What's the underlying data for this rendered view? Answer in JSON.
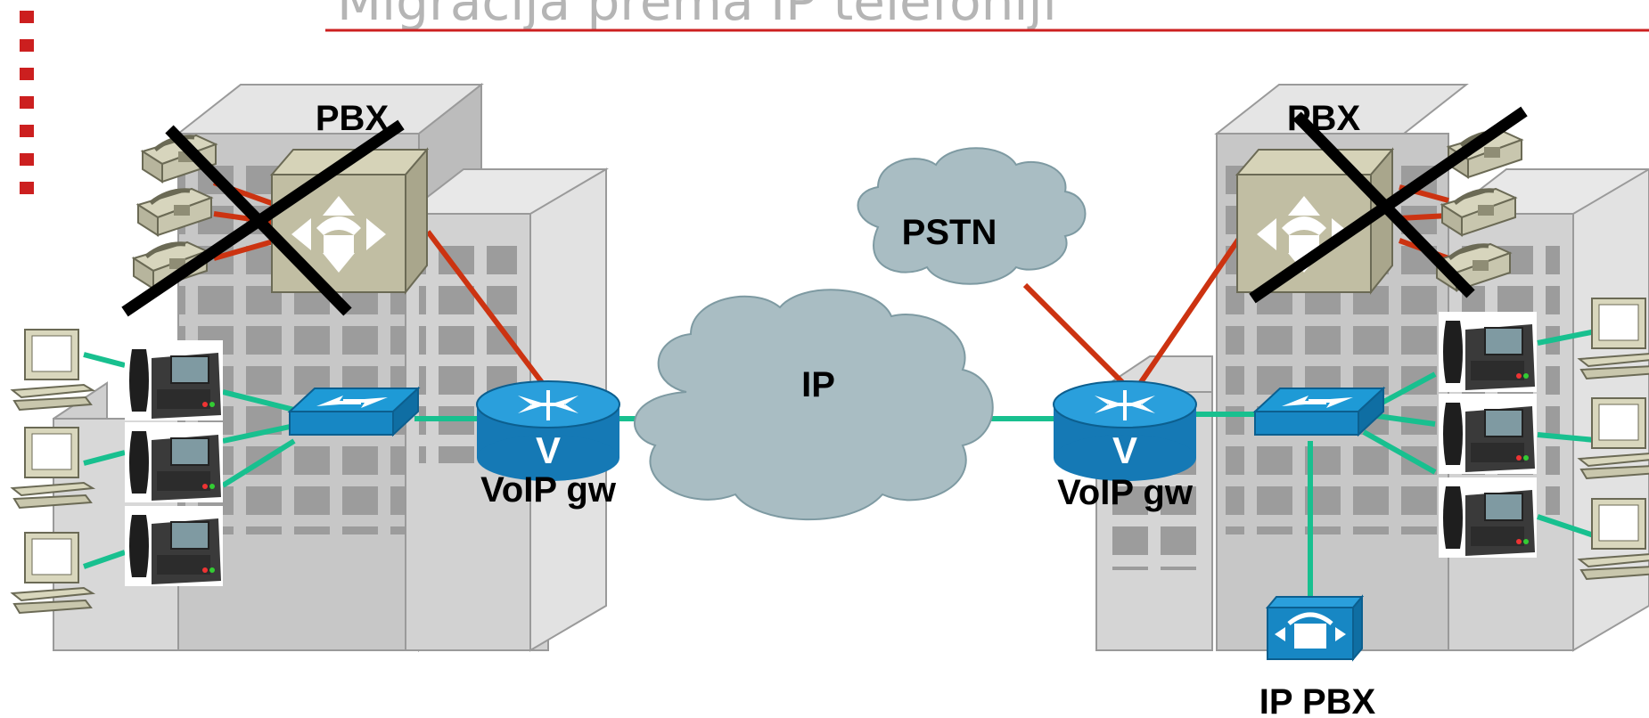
{
  "slide": {
    "title": "Migracija prema IP telefoniji"
  },
  "labels": {
    "pbx_left": "PBX",
    "pbx_right": "PBX",
    "pstn": "PSTN",
    "ip": "IP",
    "voip_left": "VoIP gw",
    "voip_right": "VoIP gw",
    "ip_pbx": "IP PBX"
  },
  "colors": {
    "accent_red": "#cc1f1f",
    "lan_link": "#18c08f",
    "legacy_link": "#cc3311",
    "cloud": "#a9bdc3",
    "device_blue": "#1a8fd3"
  }
}
